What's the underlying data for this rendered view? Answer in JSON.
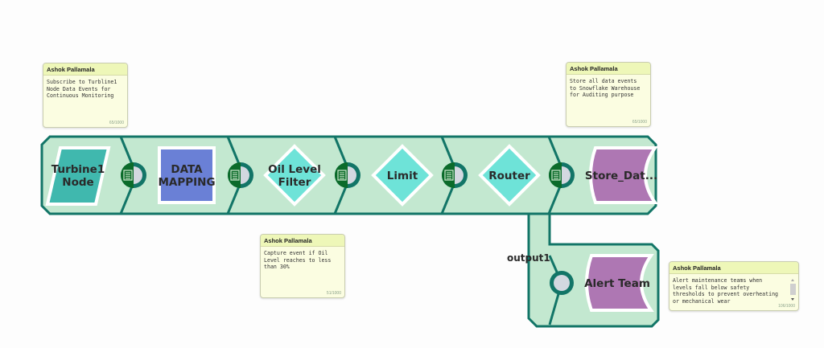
{
  "pipeline": {
    "nodes": [
      {
        "id": "turbine1-node",
        "label_lines": [
          "Turbine1",
          "Node"
        ],
        "shape": "parallelogram",
        "color": "#40b8ae"
      },
      {
        "id": "data-mapping",
        "label_lines": [
          "DATA",
          "MAPPING"
        ],
        "shape": "square",
        "color": "#6a80d6"
      },
      {
        "id": "oil-level-filter",
        "label_lines": [
          "Oil Level",
          "Filter"
        ],
        "shape": "diamond",
        "color": "#6ee3d8"
      },
      {
        "id": "limit",
        "label_lines": [
          "Limit"
        ],
        "shape": "diamond",
        "color": "#6ee3d8"
      },
      {
        "id": "router",
        "label_lines": [
          "Router"
        ],
        "shape": "diamond",
        "color": "#6ee3d8"
      },
      {
        "id": "store-data",
        "label_lines": [
          "Store_Dat..."
        ],
        "shape": "concave",
        "color": "#ae77b3"
      }
    ],
    "branch": {
      "output_label": "output1",
      "node": {
        "id": "alert-team",
        "label_lines": [
          "Alert Team"
        ],
        "shape": "concave",
        "color": "#ae77b3"
      }
    },
    "colors": {
      "segment_fill": "#c3e8d0",
      "segment_stroke": "#127567",
      "port_fill": "#0b6b2a",
      "port_ring": "#127567",
      "port_inner": "#d3d8e0",
      "node_border": "#ffffff"
    }
  },
  "notes": [
    {
      "author": "Ashok Pallamala",
      "text": "Subscribe to Turbline1\nNode Data Events for\nContinuous Monitoring",
      "count": "65/1000"
    },
    {
      "author": "Ashok Pallamala",
      "text": "Store all data events\nto Snowflake Warehouse\nfor Auditing purpose",
      "count": "65/1000"
    },
    {
      "author": "Ashok Pallamala",
      "text": "Capture event if Oil\nLevel reaches to less\nthan 30%",
      "count": "51/1000"
    },
    {
      "author": "Ashok Pallamala",
      "text": "Alert maintenance teams when\nlevels fall below safety\nthresholds to prevent overheating\nor mechanical wear",
      "count": "106/1000"
    }
  ]
}
